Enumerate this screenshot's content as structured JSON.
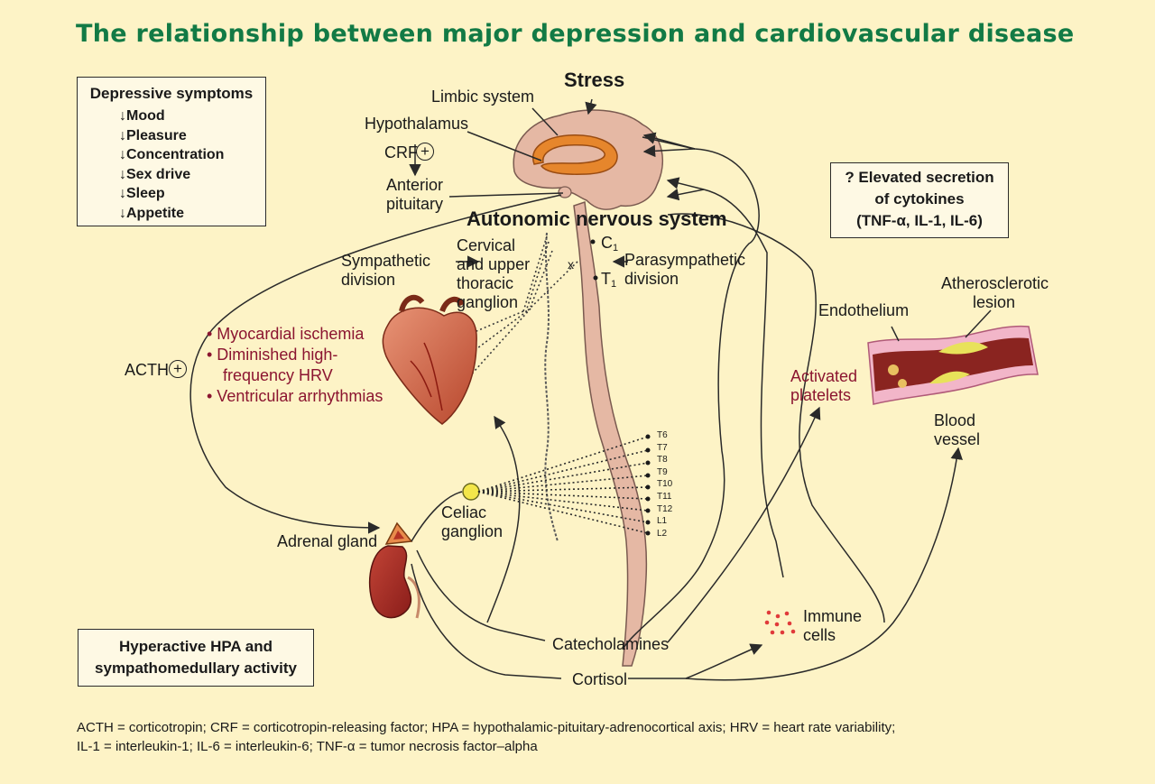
{
  "title": "The relationship between major depression and cardiovascular disease",
  "symptoms": {
    "heading": "Depressive symptoms",
    "items": [
      "↓Mood",
      "↓Pleasure",
      "↓Concentration",
      "↓Sex drive",
      "↓Sleep",
      "↓Appetite"
    ]
  },
  "brain": {
    "stress": "Stress",
    "limbic": "Limbic system",
    "hypothalamus": "Hypothalamus",
    "crf": "CRF",
    "plus": "+",
    "anterior_line1": "Anterior",
    "anterior_line2": "pituitary",
    "ans": "Autonomic nervous system"
  },
  "ans": {
    "symp_line1": "Sympathetic",
    "symp_line2": "division",
    "cervical_line1": "Cervical",
    "cervical_line2": "and upper",
    "cervical_line3": "thoracic",
    "cervical_line4": "ganglion",
    "c1": "C",
    "c1_sub": "1",
    "t1": "T",
    "t1_sub": "1",
    "x_mark": "x",
    "para_line1": "Parasympathetic",
    "para_line2": "division"
  },
  "cytokines": {
    "line1": "? Elevated secretion",
    "line2": "of cytokines",
    "line3": "(TNF-α, IL-1, IL-6)"
  },
  "vessel": {
    "endothelium": "Endothelium",
    "lesion_line1": "Atherosclerotic",
    "lesion_line2": "lesion",
    "blood_line1": "Blood",
    "blood_line2": "vessel",
    "platelets_line1": "Activated",
    "platelets_line2": "platelets"
  },
  "heart_effects": [
    "• Myocardial ischemia",
    "• Diminished high-",
    "frequency HRV",
    "• Ventricular arrhythmias"
  ],
  "acth": "ACTH",
  "acth_plus": "+",
  "spinal_levels": [
    "T6",
    "T7",
    "T8",
    "T9",
    "T10",
    "T11",
    "T12",
    "L1",
    "L2"
  ],
  "celiac_line1": "Celiac",
  "celiac_line2": "ganglion",
  "adrenal": "Adrenal gland",
  "catecholamines": "Catecholamines",
  "cortisol": "Cortisol",
  "immune_line1": "Immune",
  "immune_line2": "cells",
  "hpa": {
    "line1": "Hyperactive HPA and",
    "line2": "sympathomedullary activity"
  },
  "footnote": {
    "line1": "ACTH = corticotropin; CRF = corticotropin-releasing factor; HPA = hypothalamic-pituitary-adrenocortical axis; HRV = heart rate variability;",
    "line2": "IL-1 = interleukin-1; IL-6 = interleukin-6; TNF-α = tumor necrosis factor–alpha"
  },
  "colors": {
    "background": "#fdf3c6",
    "title": "#127a45",
    "red_text": "#8b1530",
    "brain": "#e3b7a4",
    "limbic": "#e6862c",
    "heart": "#cf6b4a",
    "kidney": "#a52a2a",
    "vessel_wall": "#e48cab",
    "lesion": "#e8e25a",
    "celiac": "#f3e64a"
  }
}
